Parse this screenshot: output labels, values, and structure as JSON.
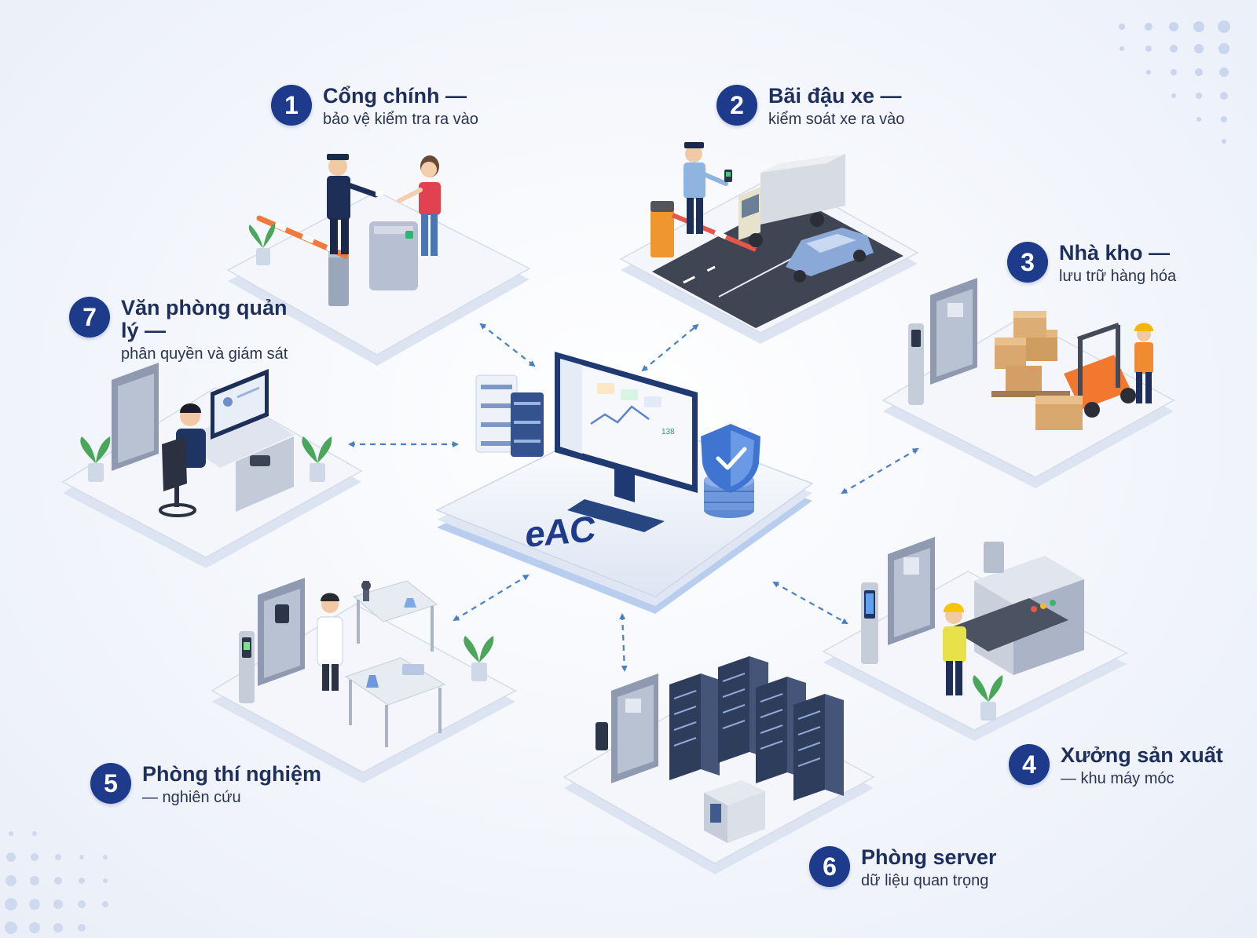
{
  "hub": {
    "name": "eAC",
    "screen_value": "138"
  },
  "colors": {
    "badge": "#1e3a8a",
    "title": "#1f2f5c",
    "arrow": "#4a7fc1",
    "platform": "#eef2f9"
  },
  "zones": [
    {
      "num": "1",
      "title": "Cổng chính —",
      "sub": "bảo vệ kiểm tra ra vào",
      "icon": "security-gate-icon"
    },
    {
      "num": "2",
      "title": "Bãi đậu xe —",
      "sub": "kiểm soát xe ra vào",
      "icon": "parking-barrier-icon"
    },
    {
      "num": "3",
      "title": "Nhà kho —",
      "sub": "lưu trữ hàng hóa",
      "icon": "warehouse-forklift-icon"
    },
    {
      "num": "4",
      "title": "Xưởng sản xuất",
      "sub": "— khu máy móc",
      "icon": "factory-machine-icon"
    },
    {
      "num": "5",
      "title": "Phòng thí nghiệm",
      "sub": "— nghiên cứu",
      "icon": "laboratory-icon"
    },
    {
      "num": "6",
      "title": "Phòng server",
      "sub": "dữ liệu quan trọng",
      "icon": "server-rack-icon"
    },
    {
      "num": "7",
      "title": "Văn phòng quản lý —",
      "sub": "phân quyền và giám sát",
      "icon": "office-desk-icon"
    }
  ]
}
